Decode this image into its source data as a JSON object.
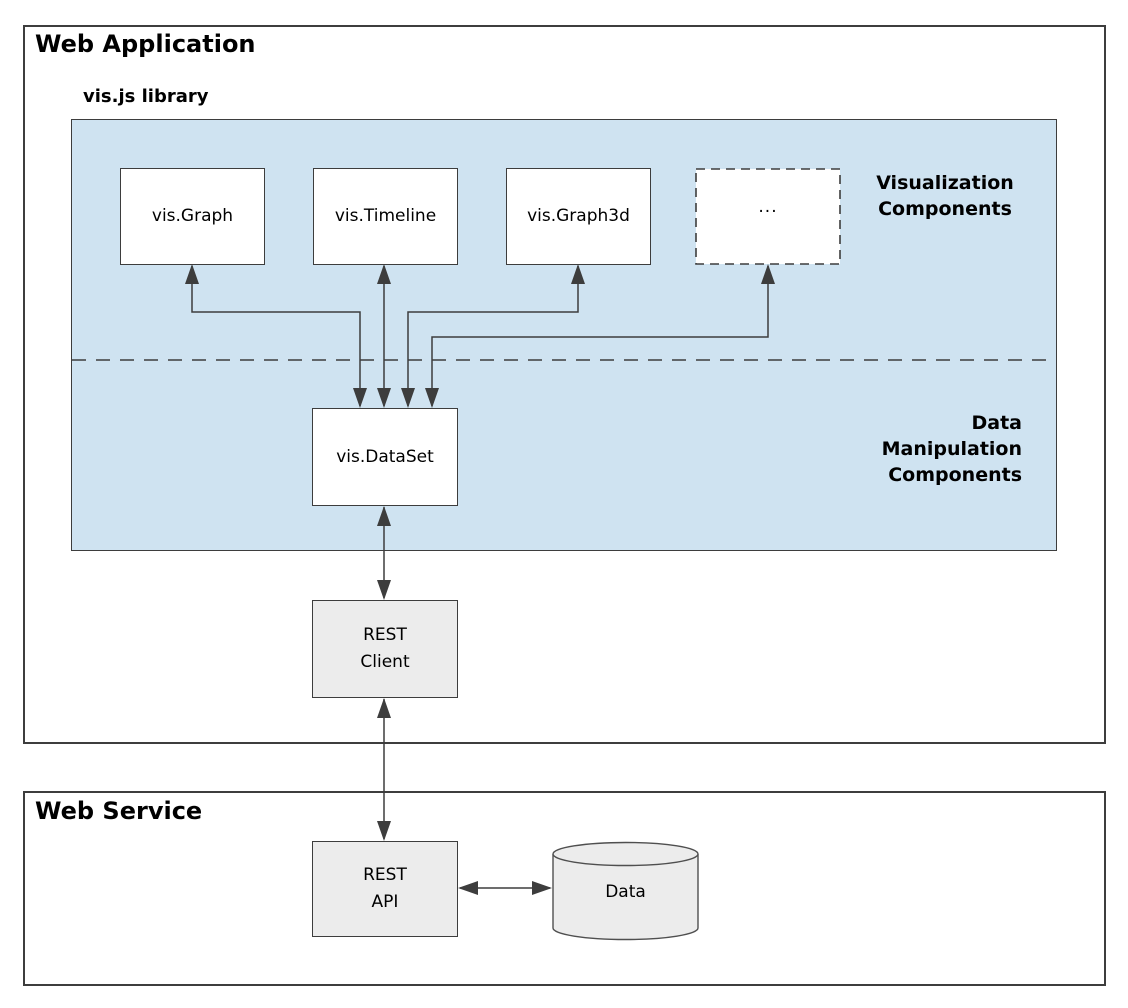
{
  "diagram": {
    "web_application": {
      "title": "Web Application",
      "library": {
        "title": "vis.js library",
        "visualization_label": "Visualization\nComponents",
        "manipulation_label": "Data\nManipulation\nComponents",
        "nodes": {
          "graph": "vis.Graph",
          "timeline": "vis.Timeline",
          "graph3d": "vis.Graph3d",
          "ellipsis": "...",
          "dataset": "vis.DataSet"
        }
      },
      "rest_client": "REST\nClient"
    },
    "web_service": {
      "title": "Web Service",
      "rest_api": "REST\nAPI",
      "database": "Data"
    },
    "colors": {
      "library_panel_fill": "#cfe3f1",
      "component_node_fill": "#ffffff",
      "service_node_fill": "#ececec",
      "border": "#3d3d3d",
      "arrow": "#3d3d3d"
    }
  }
}
